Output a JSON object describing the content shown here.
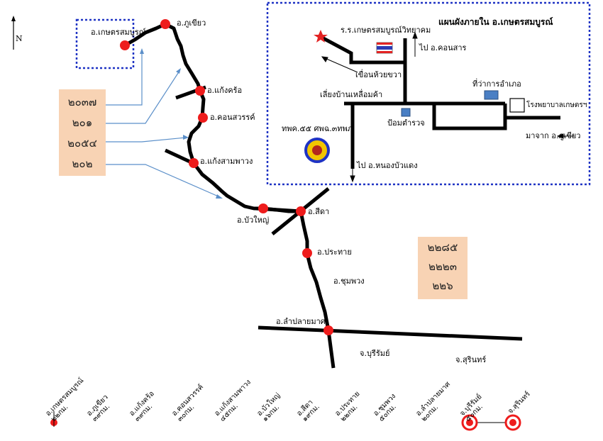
{
  "north_label": "N",
  "route_numbers_left": [
    "๒๐๓๗",
    "๒๐๑",
    "๒๐๕๔",
    "๒๐๒"
  ],
  "route_numbers_right": [
    "๒๒๘๕",
    "๒๒๒๓",
    "๒๒๖"
  ],
  "towns": {
    "kaset_sombun": "อ.เกษตรสมบูรณ์",
    "phu_khiao": "อ.ภูเขียว",
    "kaeng_khro": "อ.แก้งคร้อ",
    "khon_sawan": "อ.คอนสวรรค์",
    "kaeng_khro2": "อ.แก้งสามพาวง",
    "bua_yai": "อ.บัวใหญ่",
    "si_da": "อ.สีดา",
    "prathai": "อ.ประทาย",
    "chum_phuang": "อ.ชุมพวง",
    "lam_plai_mat": "อ.ลำปลายมาศ",
    "buriram": "จ.บุรีรัมย์",
    "surin": "จ.สุรินทร์"
  },
  "inset": {
    "title": "แผนผังภายใน อ.เกษตรสมบูรณ์",
    "school": "ร.ร.เกษตรสมบูรณ์วิทยาคม",
    "to_khon_san": "ไป อ.คอนสาร",
    "to_nong_bua_daeng": "ไป อ.หนองบัวแดง",
    "to_phu_khiao": "มาจาก อ.ภูเขียว",
    "district_office": "ที่ว่าการอำเภอ",
    "hospital": "โรงพยาบาลเกษตรฯ",
    "dam": "เขื่อนห้วยขวา",
    "bypass": "เลี่ยงบ้านเหลื่อมค้า",
    "police": "ป้อมตำรวจ",
    "battalion": "ทพค.๕๕ ศพฉ.๓ทพภ"
  },
  "scale": [
    {
      "name": "อ.เกษตรสมบูรณ์",
      "dist": "๒๒กม."
    },
    {
      "name": "อ.ภูเขียว",
      "dist": "๓๙กม."
    },
    {
      "name": "อ.แก้งคร้อ",
      "dist": "๓๙กม."
    },
    {
      "name": "อ.คอนสวรรค์",
      "dist": "๓๐กม."
    },
    {
      "name": "อ.แก้งสามพาวง",
      "dist": "๔๕กม."
    },
    {
      "name": "อ.บัวใหญ่",
      "dist": "๑๖กม."
    },
    {
      "name": "อ.สีดา",
      "dist": "๑๙กม."
    },
    {
      "name": "อ.ประทาย",
      "dist": "๒๒กม."
    },
    {
      "name": "อ.ชุมพวง",
      "dist": "๕๐กม."
    },
    {
      "name": "อ.ลำปลายมาศ",
      "dist": "๒๐กม."
    },
    {
      "name": "จ.บุรีรัมย์",
      "dist": "๕๐กม."
    },
    {
      "name": "จ.สุรินทร์",
      "dist": ""
    }
  ],
  "colors": {
    "dot": "#ee1c1c",
    "road": "#000000",
    "inset_border": "#1f33c4",
    "box": "#f8d3b4",
    "arrow": "#5b8fc9"
  }
}
